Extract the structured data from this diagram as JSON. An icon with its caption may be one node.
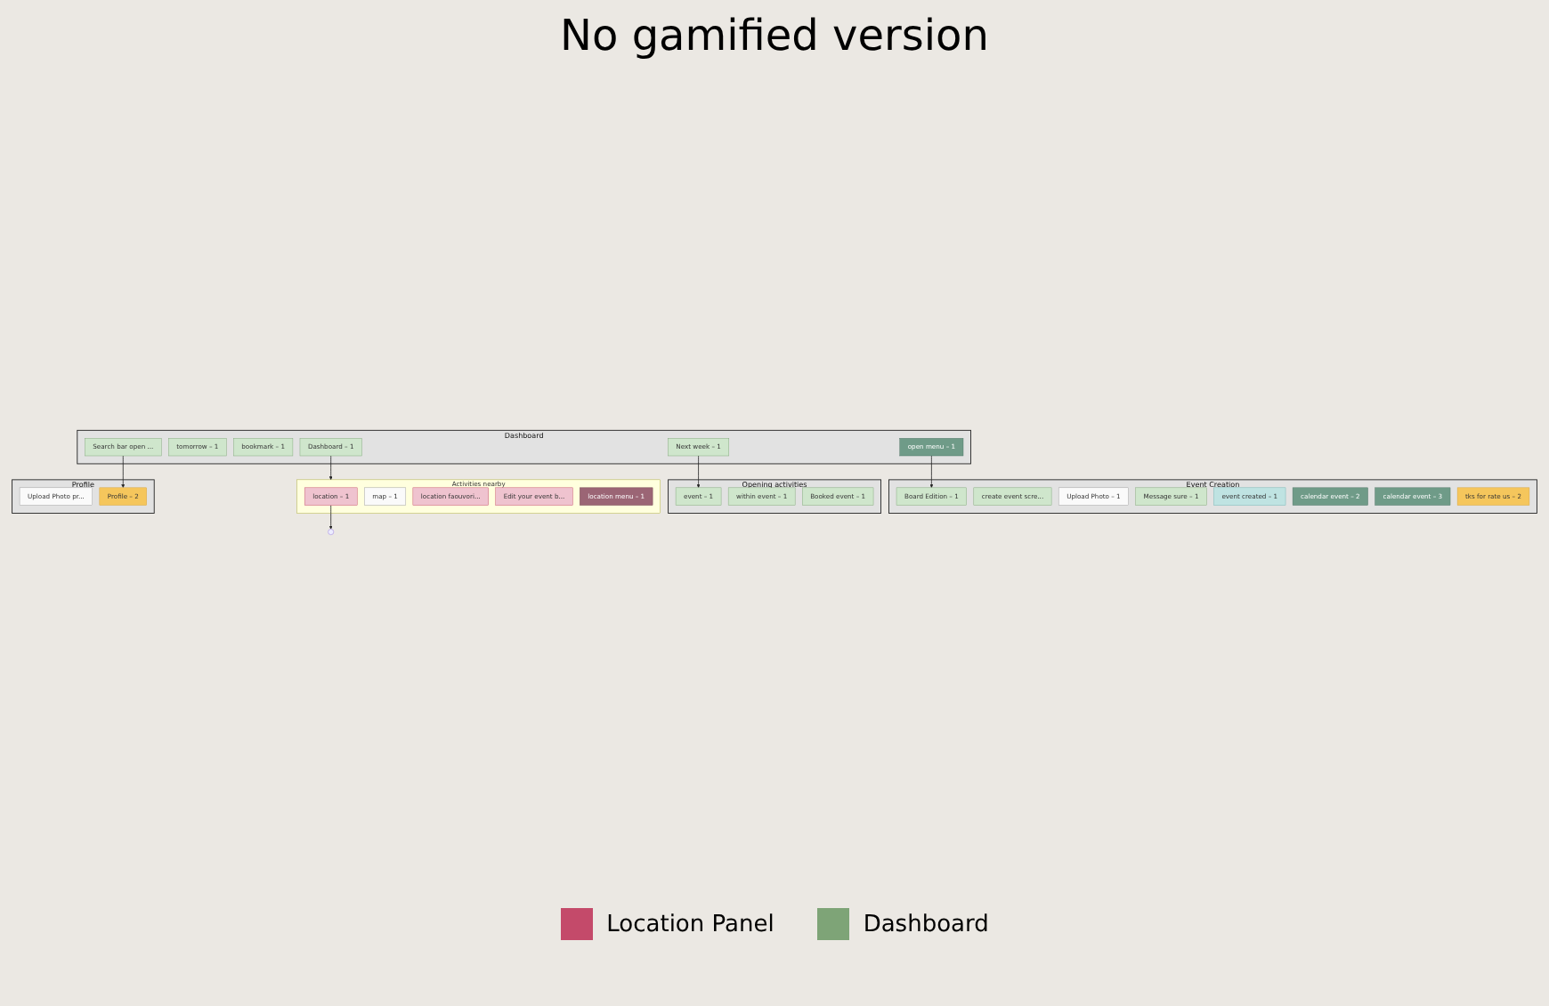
{
  "diagram": {
    "title": "No gamified version",
    "nodes": [
      {
        "text": [
          "Dashboard"
        ]
      },
      {
        "text": [
          "Dashboard – 1"
        ],
        "in": 0
      },
      {
        "text": [
          "tomorrow – 1"
        ],
        "in": 0
      },
      {
        "text": [
          "bookmark – 1"
        ],
        "in": 0
      },
      {
        "text": [
          "Search bar open ..."
        ],
        "in": 0
      },
      {
        "text": [
          "open menu – 1"
        ],
        "in": 0
      },
      {
        "text": [
          "Next week – 1"
        ],
        "in": 0
      },
      {
        "text": [
          "Event Creation"
        ]
      },
      {
        "text": [
          "Board Edition – 1"
        ],
        "in": 7
      },
      {
        "text": [
          "create event scre..."
        ],
        "in": 7
      },
      {
        "text": [
          "Upload Photo – 1"
        ],
        "in": 7
      },
      {
        "text": [
          "Message sure – 1"
        ],
        "in": 7
      },
      {
        "text": [
          "event created – 1"
        ],
        "in": 7
      },
      {
        "text": [
          "calendar event – 2"
        ],
        "in": 7
      },
      {
        "text": [
          "calendar event – 3"
        ],
        "in": 7
      },
      {
        "text": [
          "tks for rate us – 2"
        ],
        "in": 7
      },
      {
        "text": [
          "Opening activities"
        ]
      },
      {
        "text": [
          "event – 1"
        ],
        "in": 16
      },
      {
        "text": [
          "within event – 1"
        ],
        "in": 16
      },
      {
        "text": [
          "Booked event – 1"
        ],
        "in": 16
      },
      {
        "text": [
          "Activities nearby"
        ]
      },
      {
        "text": [
          "location – 1"
        ],
        "in": 20
      },
      {
        "text": [
          "map – 1"
        ],
        "in": 20
      },
      {
        "text": [
          "location faouvori..."
        ],
        "in": 20
      },
      {
        "text": [
          "Edit your event b..."
        ],
        "in": 20
      },
      {
        "text": [
          "location menu – 1"
        ],
        "in": 20
      },
      {
        "text": [
          "Profile"
        ]
      },
      {
        "text": [
          "Upload Photo pr..."
        ],
        "in": 26
      },
      {
        "text": [
          "Profile – 2"
        ],
        "in": 26
      }
    ],
    "edges": [
      {
        "from": 1,
        "to": 20,
        "arrow": "to"
      },
      {
        "from": 5,
        "to": 8,
        "arrow": "to"
      },
      {
        "from": 6,
        "to": 17,
        "arrow": "to"
      },
      {
        "from": 4,
        "to": 28,
        "arrow": "to"
      },
      {
        "from": 21,
        "to": null,
        "arrow": "to"
      }
    ],
    "legend": [
      {
        "text": "Location Panel",
        "color": "#c44a6a"
      },
      {
        "text": "Dashboard",
        "color": "#7ea477"
      }
    ]
  }
}
